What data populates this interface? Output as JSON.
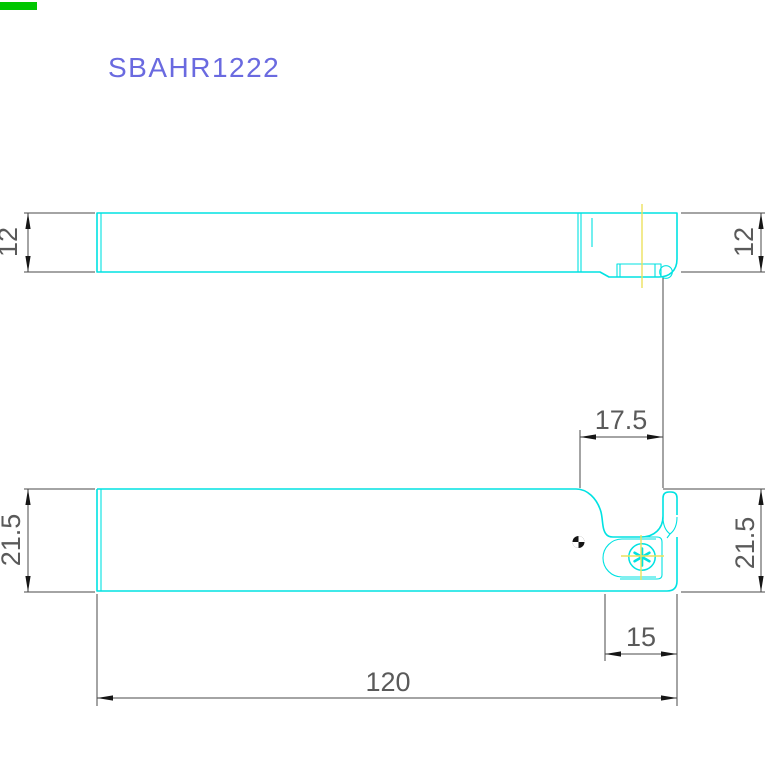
{
  "title": "SBAHR1222",
  "dimensions": {
    "side_height_left": "12",
    "side_height_right": "12",
    "head_offset": "17.5",
    "body_height_left": "21.5",
    "body_height_right": "21.5",
    "seat_length": "15",
    "overall_length": "120"
  },
  "colors": {
    "geometry": "#00e2e2",
    "centerline": "#ece25e",
    "dimension_lines": "#4a4a4a",
    "dimension_text": "#5a5a5a",
    "title_text": "#6a6ae0",
    "status_marker": "#00c600",
    "background": "#ffffff"
  }
}
